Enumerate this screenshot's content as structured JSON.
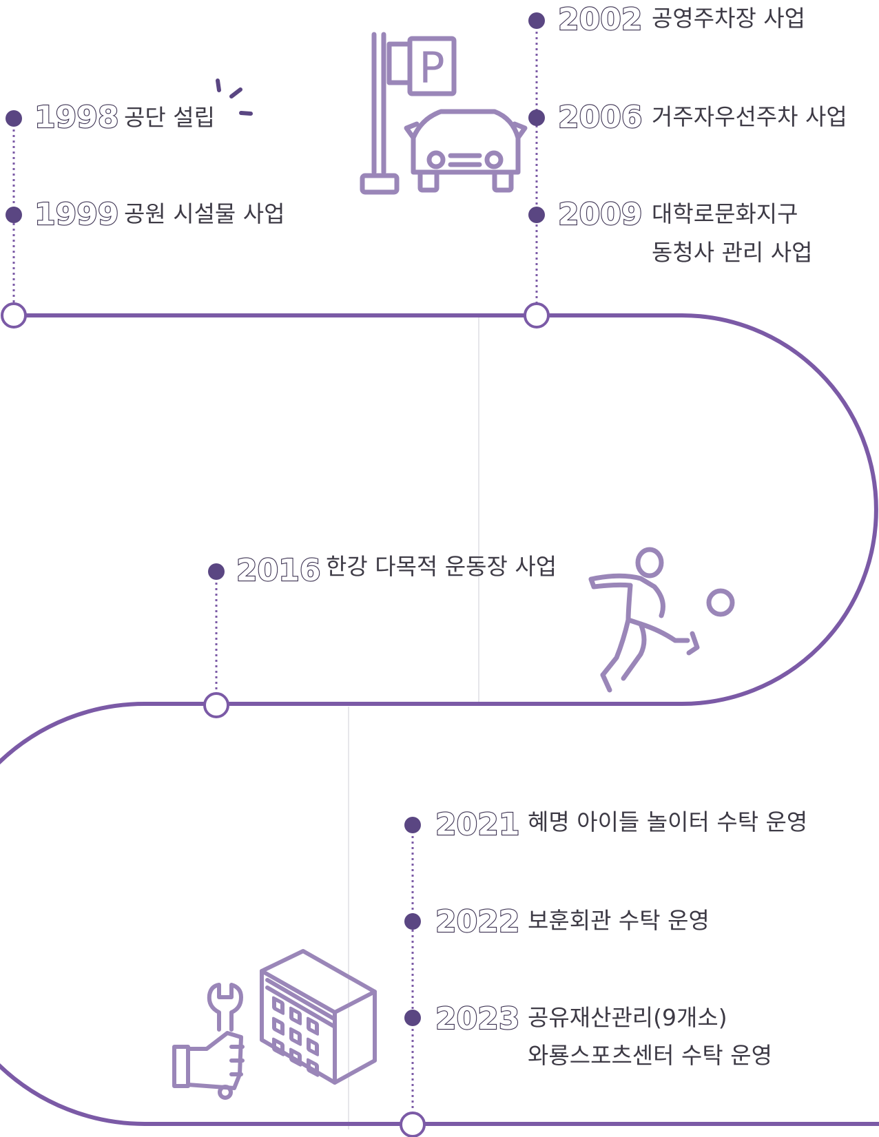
{
  "colors": {
    "track": "#7b5aa6",
    "dot": "#5a4682",
    "icon": "#9a86b8",
    "text": "#3d3a45",
    "year_outline": "#3a3050"
  },
  "milestones": [
    {
      "year": "1998",
      "lines": [
        "공단 설립"
      ]
    },
    {
      "year": "1999",
      "lines": [
        "공원 시설물 사업"
      ]
    },
    {
      "year": "2002",
      "lines": [
        "공영주차장 사업"
      ]
    },
    {
      "year": "2006",
      "lines": [
        "거주자우선주차 사업"
      ]
    },
    {
      "year": "2009",
      "lines": [
        "대학로문화지구",
        "동청사 관리 사업"
      ]
    },
    {
      "year": "2016",
      "lines": [
        "한강 다목적 운동장 사업"
      ]
    },
    {
      "year": "2021",
      "lines": [
        "혜명 아이들 놀이터 수탁 운영"
      ]
    },
    {
      "year": "2022",
      "lines": [
        "보훈회관 수탁 운영"
      ]
    },
    {
      "year": "2023",
      "lines": [
        "공유재산관리(9개소)",
        "와룡스포츠센터 수탁 운영"
      ]
    }
  ],
  "icons": {
    "parking": "parking-car-icon",
    "parking_sign": "P",
    "sparkle": "sparkle-icon",
    "soccer": "soccer-player-icon",
    "building": "building-maintenance-icon"
  }
}
